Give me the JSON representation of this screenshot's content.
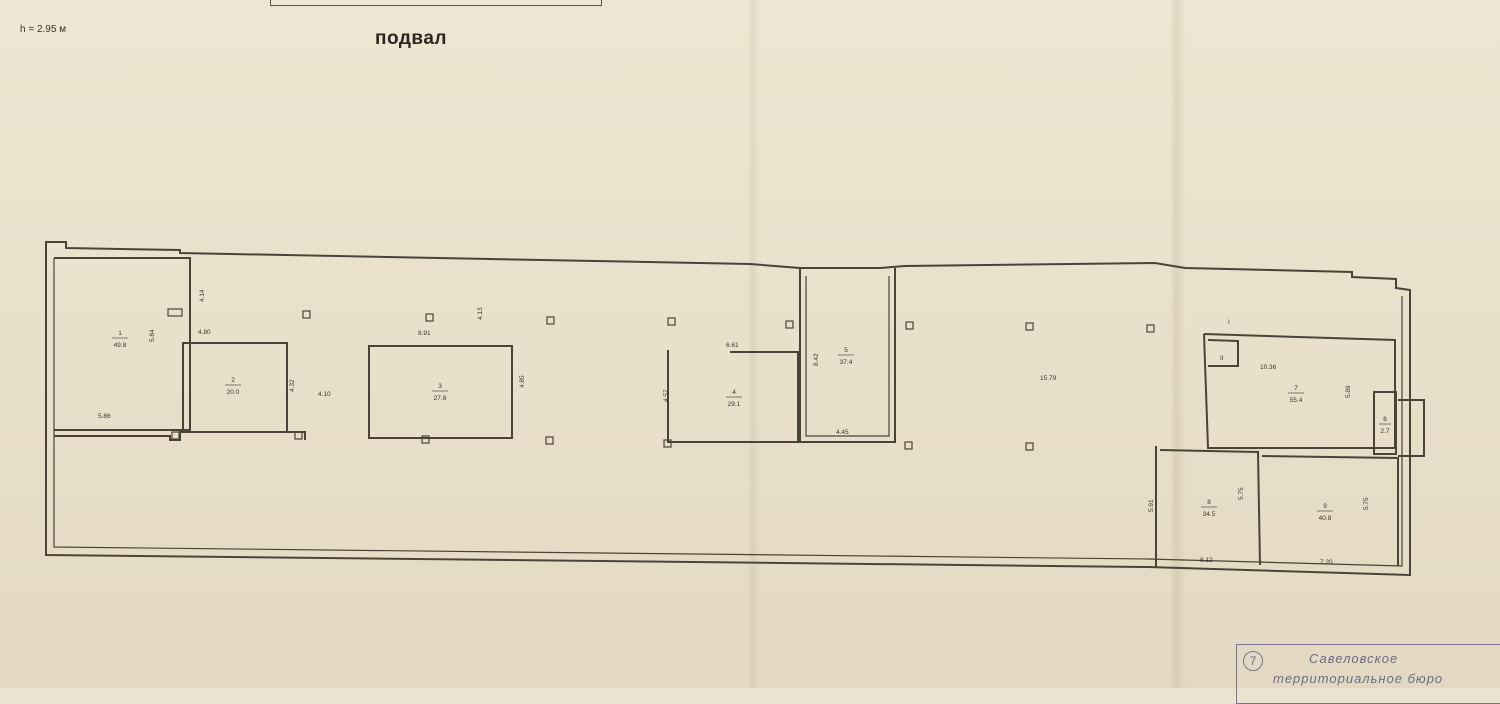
{
  "header": {
    "height_label": "h = 2.95 м",
    "floor_title": "подвал"
  },
  "dimensions": {
    "d_4_14": "4.14",
    "d_4_80": "4.80",
    "d_8_91": "8.91",
    "d_4_13": "4.13",
    "d_5_84": "5.84",
    "d_4_32": "4.32",
    "d_4_10": "4.10",
    "d_4_85": "4.85",
    "d_5_86": "5.86",
    "d_6_61": "6.61",
    "d_4_57": "4.57",
    "d_8_42": "8.42",
    "d_4_45": "4.45",
    "d_15_79": "15.79",
    "d_10_36": "10.36",
    "d_5_89": "5.89",
    "d_5_91": "5.91",
    "d_5_75a": "5.75",
    "d_5_75b": "5.75",
    "d_8_12": "8.12",
    "d_7_20": "7.20"
  },
  "rooms": [
    {
      "num": "1",
      "area": "49.8"
    },
    {
      "num": "2",
      "area": "20.0"
    },
    {
      "num": "3",
      "area": "27.6"
    },
    {
      "num": "4",
      "area": "29.1"
    },
    {
      "num": "5",
      "area": "37.4"
    },
    {
      "num": "7",
      "area": "55.4"
    },
    {
      "num": "6",
      "area": "2.7"
    },
    {
      "num": "8",
      "area": "34.5"
    },
    {
      "num": "9",
      "area": "40.8"
    }
  ],
  "markers": {
    "i": "I",
    "ii": "II"
  },
  "stamp": {
    "number": "7",
    "line1": "Савеловское",
    "line2": "территориальное бюро"
  }
}
